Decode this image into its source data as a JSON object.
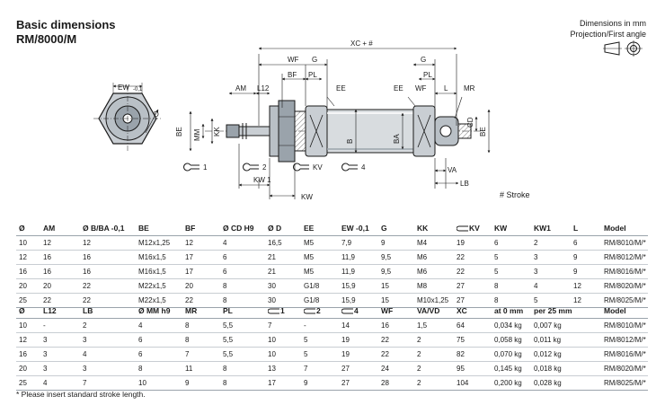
{
  "header": {
    "title_line1": "Basic dimensions",
    "title_line2": "RM/8000/M",
    "units_note": "Dimensions in mm",
    "projection_note": "Projection/First angle"
  },
  "drawing": {
    "labels": {
      "ew": "EW",
      "ew_tol": "-0,1",
      "d": "D",
      "am": "AM",
      "l12": "L12",
      "wf_left": "WF",
      "g_left": "G",
      "bf": "BF",
      "pl_left": "PL",
      "ee_left": "EE",
      "ee_right": "EE",
      "xc": "XC + #",
      "g_right": "G",
      "pl_right": "PL",
      "wf_right": "WF",
      "l": "L",
      "mr": "MR",
      "be_left": "BE",
      "kk": "KK",
      "mm": "MM",
      "mm_tol": "h9",
      "b": "B",
      "b_tol": "-0,1",
      "ba": "BA",
      "ba_tol": "-0,1",
      "cd": "CD",
      "cd_tol": "H9",
      "be_right": "BE",
      "wrench1": "1",
      "wrench2": "2",
      "kw": "KW",
      "kw1": "KW 1",
      "kv": "KV",
      "wrench4": "4",
      "va": "VA",
      "lb": "LB"
    },
    "stroke_note": "# Stroke"
  },
  "table1": {
    "headers": [
      "Ø",
      "AM",
      "Ø B/BA -0,1",
      "BE",
      "BF",
      "Ø CD H9",
      "Ø D",
      "EE",
      "EW -0,1",
      "G",
      "KK",
      "KV",
      "KW",
      "KW1",
      "L",
      "Model"
    ],
    "rows": [
      [
        "10",
        "12",
        "12",
        "M12x1,25",
        "12",
        "4",
        "16,5",
        "M5",
        "7,9",
        "9",
        "M4",
        "19",
        "6",
        "2",
        "6",
        "RM/8010/M/*"
      ],
      [
        "12",
        "16",
        "16",
        "M16x1,5",
        "17",
        "6",
        "21",
        "M5",
        "11,9",
        "9,5",
        "M6",
        "22",
        "5",
        "3",
        "9",
        "RM/8012/M/*"
      ],
      [
        "16",
        "16",
        "16",
        "M16x1,5",
        "17",
        "6",
        "21",
        "M5",
        "11,9",
        "9,5",
        "M6",
        "22",
        "5",
        "3",
        "9",
        "RM/8016/M/*"
      ],
      [
        "20",
        "20",
        "22",
        "M22x1,5",
        "20",
        "8",
        "30",
        "G1/8",
        "15,9",
        "15",
        "M8",
        "27",
        "8",
        "4",
        "12",
        "RM/8020/M/*"
      ],
      [
        "25",
        "22",
        "22",
        "M22x1,5",
        "22",
        "8",
        "30",
        "G1/8",
        "15,9",
        "15",
        "M10x1,25",
        "27",
        "8",
        "5",
        "12",
        "RM/8025/M/*"
      ]
    ]
  },
  "table2": {
    "headers": [
      "Ø",
      "L12",
      "LB",
      "Ø MM h9",
      "MR",
      "PL",
      "1",
      "2",
      "4",
      "WF",
      "VA/VD",
      "XC",
      "at 0 mm",
      "per 25 mm",
      "Model"
    ],
    "rows": [
      [
        "10",
        "-",
        "2",
        "4",
        "8",
        "5,5",
        "7",
        "-",
        "14",
        "16",
        "1,5",
        "64",
        "0,034 kg",
        "0,007 kg",
        "RM/8010/M/*"
      ],
      [
        "12",
        "3",
        "3",
        "6",
        "8",
        "5,5",
        "10",
        "5",
        "19",
        "22",
        "2",
        "75",
        "0,058 kg",
        "0,011 kg",
        "RM/8012/M/*"
      ],
      [
        "16",
        "3",
        "4",
        "6",
        "7",
        "5,5",
        "10",
        "5",
        "19",
        "22",
        "2",
        "82",
        "0,070 kg",
        "0,012 kg",
        "RM/8016/M/*"
      ],
      [
        "20",
        "3",
        "3",
        "8",
        "11",
        "8",
        "13",
        "7",
        "27",
        "24",
        "2",
        "95",
        "0,145 kg",
        "0,018 kg",
        "RM/8020/M/*"
      ],
      [
        "25",
        "4",
        "7",
        "10",
        "9",
        "8",
        "17",
        "9",
        "27",
        "28",
        "2",
        "104",
        "0,200 kg",
        "0,028 kg",
        "RM/8025/M/*"
      ]
    ]
  },
  "footnote": "* Please insert standard stroke length."
}
